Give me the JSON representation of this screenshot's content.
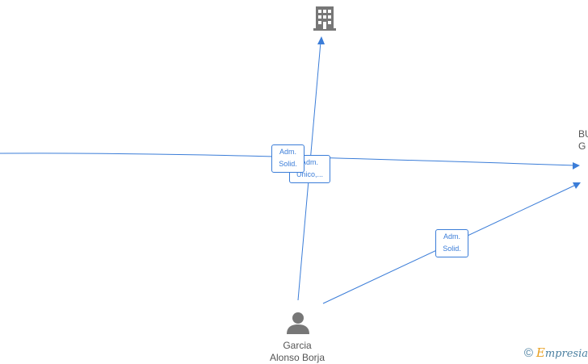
{
  "nodes": {
    "company_top": {
      "icon": "building-icon"
    },
    "person": {
      "icon": "person-icon",
      "name_line1": "Garcia",
      "name_line2": "Alonso Borja"
    },
    "company_right": {
      "name_line1": "BU",
      "name_line2": "G"
    }
  },
  "edges": [
    {
      "id": "edge-left-to-right",
      "line1": "Adm.",
      "line2": "Solid."
    },
    {
      "id": "edge-person-to-top",
      "line1": "Adm.",
      "line2": "Unico,..."
    },
    {
      "id": "edge-person-to-right",
      "line1": "Adm.",
      "line2": "Solid."
    }
  ],
  "watermark": {
    "copyright_symbol": "©",
    "brand_initial": "E",
    "brand_rest": "mpresia"
  },
  "colors": {
    "edge": "#3b7dd8",
    "node_icon": "#777777",
    "text": "#555555"
  }
}
